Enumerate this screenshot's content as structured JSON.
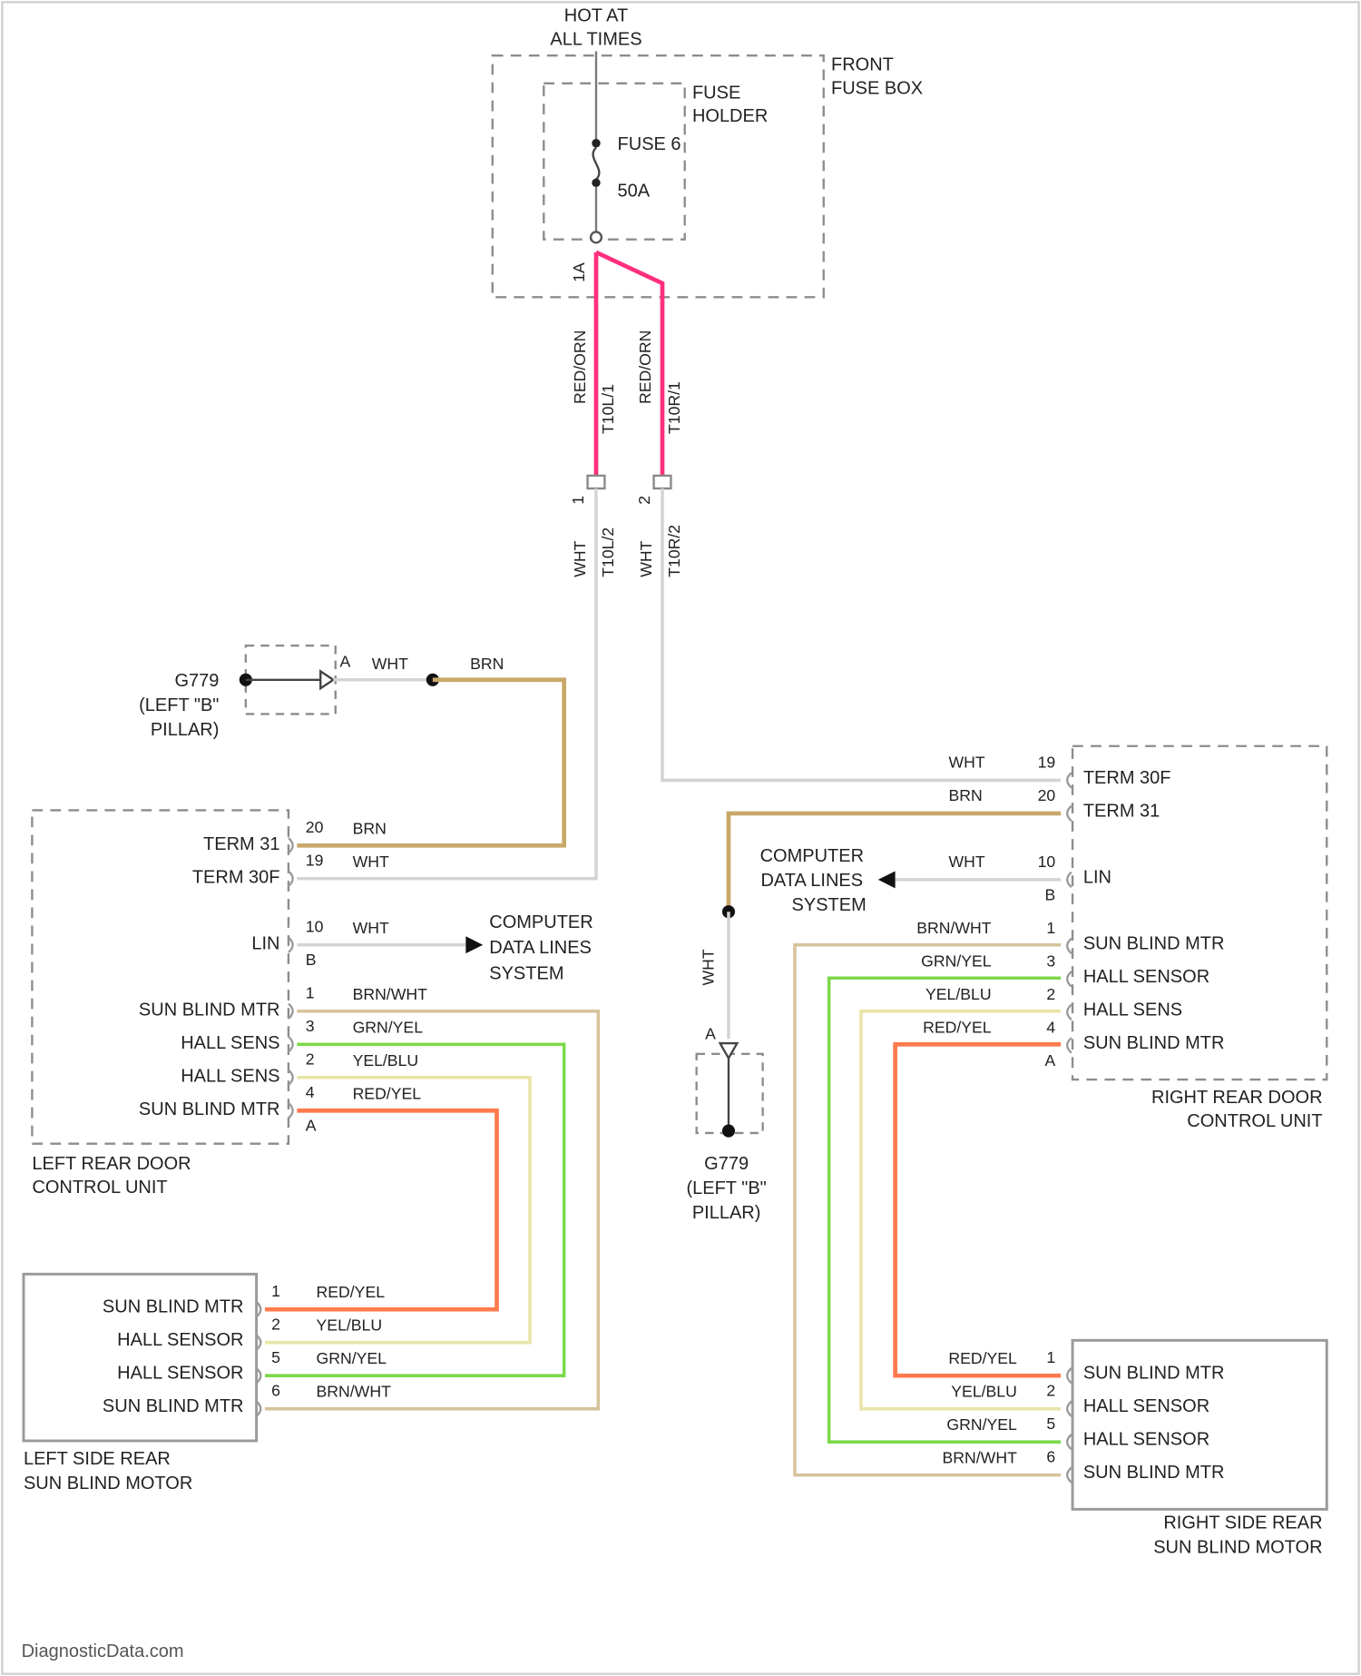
{
  "colors": {
    "red_orn": "#ff2f7e",
    "wht": "#d4d4d4",
    "brn": "#c8a86a",
    "brn_wht": "#d6c29a",
    "grn_yel": "#7cd84a",
    "yel_blu": "#e9e4a8",
    "red_yel": "#ff7a4d",
    "box_dash": "#8c8c8c"
  },
  "power": {
    "label_line1": "HOT AT",
    "label_line2": "ALL TIMES",
    "front_fuse_box_line1": "FRONT",
    "front_fuse_box_line2": "FUSE BOX",
    "fuse_holder_line1": "FUSE",
    "fuse_holder_line2": "HOLDER",
    "fuse_name": "FUSE 6",
    "fuse_rating": "50A",
    "terminal": "1A",
    "wire1_color": "RED/ORN",
    "wire1_conn": "T10L/1",
    "wire2_color": "RED/ORN",
    "wire2_conn": "T10R/1",
    "splice1_pin": "1",
    "splice1_color": "WHT",
    "splice1_conn": "T10L/2",
    "splice2_pin": "2",
    "splice2_color": "WHT",
    "splice2_conn": "T10R/2"
  },
  "left_ground": {
    "name": "G779",
    "loc1": "(LEFT \"B\"",
    "loc2": "PILLAR)",
    "pin": "A",
    "wire1": "WHT",
    "wire2": "BRN"
  },
  "right_ground": {
    "name": "G779",
    "loc1": "(LEFT \"B\"",
    "loc2": "PILLAR)",
    "pin": "A",
    "wire": "WHT"
  },
  "left_dcu": {
    "name_line1": "LEFT REAR DOOR",
    "name_line2": "CONTROL UNIT",
    "pins": [
      {
        "label": "TERM 31",
        "pin": "20",
        "wire": "BRN"
      },
      {
        "label": "TERM 30F",
        "pin": "19",
        "wire": "WHT"
      },
      {
        "label": "LIN",
        "pin": "10",
        "wire": "WHT"
      },
      {
        "label": "SUN BLIND MTR",
        "pin": "1",
        "wire": "BRN/WHT"
      },
      {
        "label": "HALL SENS",
        "pin": "3",
        "wire": "GRN/YEL"
      },
      {
        "label": "HALL SENS",
        "pin": "2",
        "wire": "YEL/BLU"
      },
      {
        "label": "SUN BLIND MTR",
        "pin": "4",
        "wire": "RED/YEL"
      }
    ],
    "conn_b": "B",
    "conn_a": "A",
    "computer_line1": "COMPUTER",
    "computer_line2": "DATA LINES",
    "computer_line3": "SYSTEM"
  },
  "right_dcu": {
    "name_line1": "RIGHT REAR DOOR",
    "name_line2": "CONTROL UNIT",
    "pins": [
      {
        "label": "TERM 30F",
        "pin": "19",
        "wire": "WHT"
      },
      {
        "label": "TERM 31",
        "pin": "20",
        "wire": "BRN"
      },
      {
        "label": "LIN",
        "pin": "10",
        "wire": "WHT"
      },
      {
        "label": "SUN BLIND MTR",
        "pin": "1",
        "wire": "BRN/WHT"
      },
      {
        "label": "HALL SENSOR",
        "pin": "3",
        "wire": "GRN/YEL"
      },
      {
        "label": "HALL SENS",
        "pin": "2",
        "wire": "YEL/BLU"
      },
      {
        "label": "SUN BLIND MTR",
        "pin": "4",
        "wire": "RED/YEL"
      }
    ],
    "conn_b": "B",
    "conn_a": "A",
    "computer_line1": "COMPUTER",
    "computer_line2": "DATA LINES",
    "computer_line3": "SYSTEM"
  },
  "left_motor": {
    "name_line1": "LEFT SIDE REAR",
    "name_line2": "SUN BLIND MOTOR",
    "pins": [
      {
        "label": "SUN BLIND MTR",
        "pin": "1",
        "wire": "RED/YEL"
      },
      {
        "label": "HALL SENSOR",
        "pin": "2",
        "wire": "YEL/BLU"
      },
      {
        "label": "HALL SENSOR",
        "pin": "5",
        "wire": "GRN/YEL"
      },
      {
        "label": "SUN BLIND MTR",
        "pin": "6",
        "wire": "BRN/WHT"
      }
    ]
  },
  "right_motor": {
    "name_line1": "RIGHT SIDE REAR",
    "name_line2": "SUN BLIND MOTOR",
    "pins": [
      {
        "label": "SUN BLIND MTR",
        "pin": "1",
        "wire": "RED/YEL"
      },
      {
        "label": "HALL SENSOR",
        "pin": "2",
        "wire": "YEL/BLU"
      },
      {
        "label": "HALL SENSOR",
        "pin": "5",
        "wire": "GRN/YEL"
      },
      {
        "label": "SUN BLIND MTR",
        "pin": "6",
        "wire": "BRN/WHT"
      }
    ]
  },
  "credit": "DiagnosticData.com"
}
